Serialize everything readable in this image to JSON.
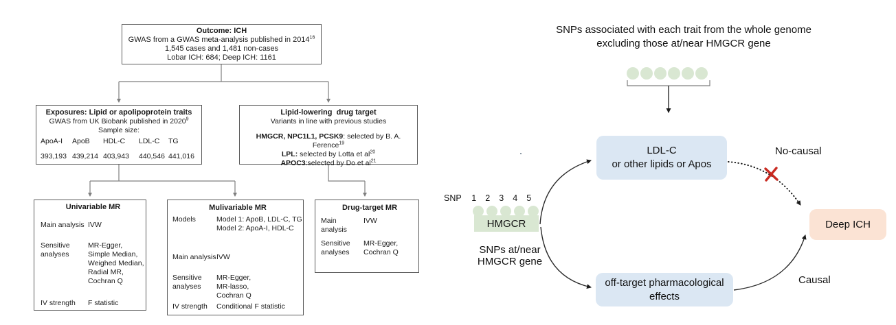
{
  "colors": {
    "c-green": "#d9e7d2",
    "c-blue": "#dbe7f3",
    "c-peach": "#fbe3d4",
    "c-red": "#c92a21",
    "c-conn": "#7f7f7f",
    "c-border": "#595959",
    "c-ink": "#1a1a1a"
  },
  "flowchart": {
    "outcome": {
      "title": "Outcome: ICH",
      "line1": "GWAS from a GWAS meta-analysis published in 2014",
      "line1_sup": "16",
      "line2": "1,545 cases and 1,481 non-cases",
      "line3": "Lobar ICH: 684; Deep ICH: 1161"
    },
    "exposures": {
      "title": "Exposures: Lipid or apolipoprotein traits",
      "subtitle": "GWAS from UK Biobank published in 2020",
      "subtitle_sup": "9",
      "sample_size_label": "Sample size:",
      "traits": [
        "ApoA-I",
        "ApoB",
        "HDL-C",
        "LDL-C",
        "TG"
      ],
      "sample_sizes": [
        "393,193",
        "439,214",
        "403,943",
        "440,546",
        "441,016"
      ]
    },
    "drug_target": {
      "title": "Lipid-lowering  drug target",
      "subtitle": "Variants in line with previous studies",
      "lines": [
        {
          "bold": "HMGCR, NPC1L1, PCSK9",
          "rest": ": selected by B. A. Ference",
          "sup": "19"
        },
        {
          "bold": "LPL:",
          "rest": " selected by Lotta et al",
          "sup": "20"
        },
        {
          "bold": "APOC3",
          "rest": ":selected by Do et al",
          "sup": "21"
        }
      ]
    },
    "univariable": {
      "title": "Univariable MR",
      "rows": [
        {
          "label": "Main analysis",
          "value": "IVW"
        },
        {
          "label": "Sensitive analyses",
          "value": "MR-Egger,\nSimple Median,\nWeighed Median,\nRadial MR,\nCochran Q"
        },
        {
          "label": "IV strength",
          "value": "F statistic"
        }
      ]
    },
    "multivariable": {
      "title": "Mulivariable MR",
      "rows": [
        {
          "label": "Models",
          "value": "Model 1: ApoB, LDL-C, TG\nModel 2: ApoA-I, HDL-C"
        },
        {
          "label": "Main analysis",
          "value": "IVW"
        },
        {
          "label": "Sensitive analyses",
          "value": "MR-Egger,\nMR-lasso,\nCochran Q"
        },
        {
          "label": "IV strength",
          "value": "Conditional F statistic"
        }
      ]
    },
    "drug_target_mr": {
      "title": "Drug-target MR",
      "rows": [
        {
          "label": "Main analysis",
          "value": "IVW"
        },
        {
          "label": "Sensitive analyses",
          "value": "MR-Egger,\nCochran Q"
        }
      ]
    }
  },
  "diagram": {
    "title": "SNPs associated with each trait from the whole genome\nexcluding those at/near HMGCR gene",
    "top_dot_count": 6,
    "snp_label": "SNP",
    "snp_numbers": [
      "1",
      "2",
      "3",
      "4",
      "5"
    ],
    "gene_dot_count": 5,
    "hmgcr_label": "HMGCR",
    "hmgcr_note": "SNPs at/near\nHMGCR gene",
    "ldl_box": "LDL-C\nor other lipids or Apos",
    "offtarget_box": "off-target pharmacological\neffects",
    "deep_ich_box": "Deep ICH",
    "no_causal_label": "No-causal",
    "causal_label": "Causal"
  }
}
